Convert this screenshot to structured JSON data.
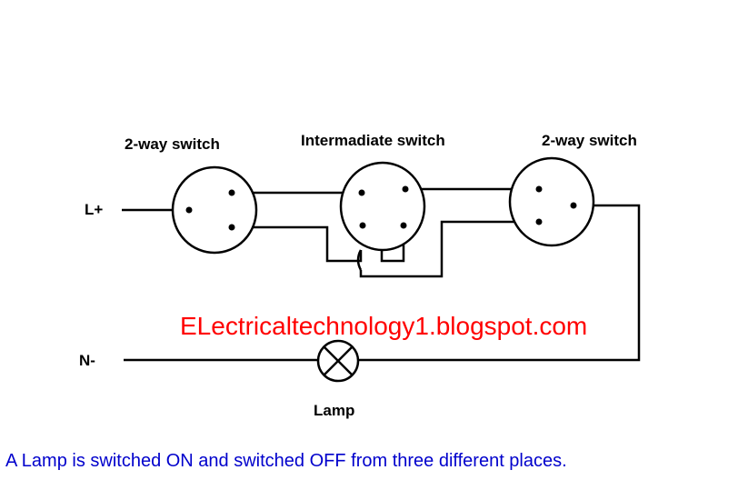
{
  "labels": {
    "switch_left": "2-way switch",
    "switch_middle": "Intermadiate switch",
    "switch_right": "2-way switch",
    "line": "L+",
    "neutral": "N-",
    "lamp": "Lamp"
  },
  "watermark": "ELectricaltechnology1.blogspot.com",
  "caption": "A Lamp is switched ON and switched OFF from three different places.",
  "colors": {
    "wire": "#000000",
    "watermark": "#ff0000",
    "caption": "#0000cc"
  }
}
